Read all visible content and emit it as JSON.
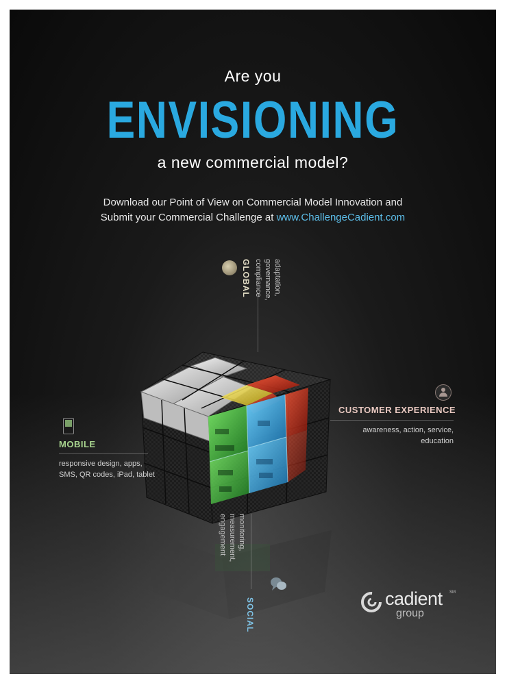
{
  "headline": {
    "top_line": "Are you",
    "main_word": "ENVISIONING",
    "bottom_line": "a new commercial model?"
  },
  "cta": {
    "line1": "Download our Point of View on Commercial Model Innovation and",
    "line2_prefix": "Submit your Commercial Challenge at ",
    "link_text": "www.ChallengeCadient.com"
  },
  "labels": {
    "global": {
      "title": "GLOBAL",
      "desc": "adaptation, governance, compliance"
    },
    "customer_experience": {
      "title": "CUSTOMER EXPERIENCE",
      "desc": "awareness, action, service, education"
    },
    "mobile": {
      "title": "MOBILE",
      "desc": "responsive design, apps, SMS, QR codes, iPad, tablet"
    },
    "social": {
      "title": "SOCIAL",
      "desc": "monitoring, measurement, engagement"
    }
  },
  "logo": {
    "name": "cadient",
    "sub": "group",
    "mark": "SM"
  },
  "icons": {
    "global": "globe-icon",
    "customer_experience": "person-icon",
    "mobile": "phone-icon",
    "social": "chat-bubbles-icon",
    "logo": "cadient-swirl-icon"
  },
  "colors": {
    "accent_blue": "#2aa9e0",
    "link_blue": "#5cbde8",
    "mobile_green": "#a8d48e",
    "social_blue": "#7fc3e6",
    "cx_rose": "#e8c8c0",
    "global_cream": "#e6e0c8",
    "background": "#0a0a0a"
  }
}
